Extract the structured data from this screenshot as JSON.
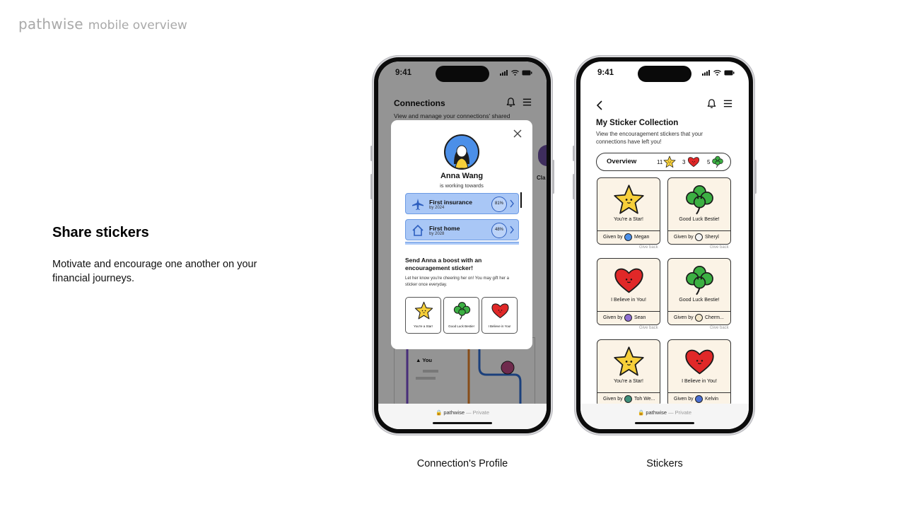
{
  "brand": {
    "logo": "pathwise",
    "subtitle": "mobile overview"
  },
  "feature": {
    "title": "Share stickers",
    "description": "Motivate and encourage one another on your  financial journeys."
  },
  "captions": {
    "profile": "Connection's Profile",
    "stickers": "Stickers"
  },
  "status": {
    "time": "9:41"
  },
  "url": {
    "domain": "pathwise",
    "suffix": "— Private"
  },
  "connections": {
    "title": "Connections",
    "subtitle": "View and manage your connections' shared",
    "peek_name": "Cla",
    "you_label": "You"
  },
  "modal": {
    "name": "Anna Wang",
    "subtitle": "is working towards",
    "goals": [
      {
        "title": "First insurance",
        "date": "by 2024",
        "percent": "81%",
        "icon": "airplane-icon"
      },
      {
        "title": "First home",
        "date": "by 2028",
        "percent": "48%",
        "icon": "house-icon"
      }
    ],
    "boost_title": "Send Anna a boost with an encouragement sticker!",
    "boost_desc": "Let her know you're cheering her on! You may gift her a sticker once everyday.",
    "stickers": [
      {
        "label": "You're a Star!",
        "icon": "star-icon"
      },
      {
        "label": "Good Luck Bestie!",
        "icon": "clover-icon"
      },
      {
        "label": "I Believe in You!",
        "icon": "heart-icon"
      }
    ]
  },
  "collection": {
    "title": "My Sticker Collection",
    "subtitle": "View the encouragement stickers that your connections have left you!",
    "overview": {
      "label": "Overview",
      "stars": "11",
      "hearts": "3",
      "clovers": "5"
    },
    "give_back_label": "Give back",
    "given_by_label": "Given by",
    "cards": [
      {
        "label": "You're a Star!",
        "giver": "Megan",
        "icon": "star-icon",
        "avatar_color": "#4b8fe8"
      },
      {
        "label": "Good Luck Bestie!",
        "giver": "Sheryl",
        "icon": "clover-icon",
        "avatar_color": "#f2f2f2"
      },
      {
        "label": "I Believe in You!",
        "giver": "Sean",
        "icon": "heart-icon",
        "avatar_color": "#8f6fd1"
      },
      {
        "label": "Good Luck Bestie!",
        "giver": "Cherm...",
        "icon": "clover-icon",
        "avatar_color": "#f2e6c9"
      },
      {
        "label": "You're a Star!",
        "giver": "Toh We...",
        "icon": "star-icon",
        "avatar_color": "#3f8f7a"
      },
      {
        "label": "I Believe in You!",
        "giver": "Kelvin",
        "icon": "heart-icon",
        "avatar_color": "#4b6fd1"
      }
    ]
  }
}
